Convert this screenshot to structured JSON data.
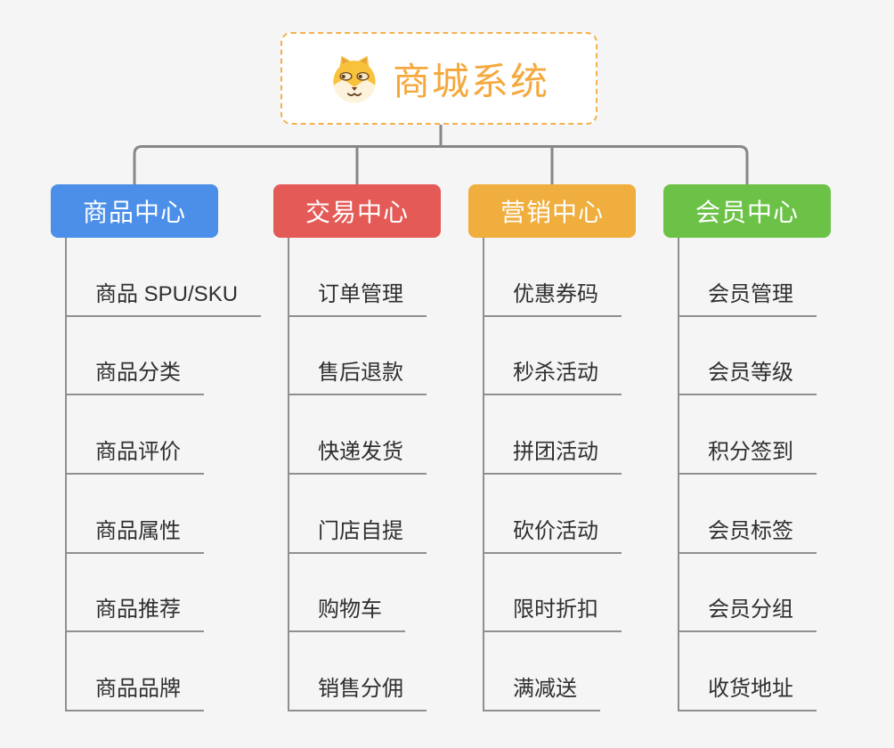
{
  "canvas": {
    "background": "#f5f5f5",
    "connector_color": "#878787",
    "underline_color": "#8f8f8f"
  },
  "root": {
    "title": "商城系统",
    "icon": "shiba-dog-icon",
    "text_color": "#f5a83c",
    "border_color": "#f3b14e"
  },
  "branches": [
    {
      "label": "商品中心",
      "color": "#4b8fe8",
      "children": [
        "商品 SPU/SKU",
        "商品分类",
        "商品评价",
        "商品属性",
        "商品推荐",
        "商品品牌"
      ]
    },
    {
      "label": "交易中心",
      "color": "#e45a56",
      "children": [
        "订单管理",
        "售后退款",
        "快递发货",
        "门店自提",
        "购物车",
        "销售分佣"
      ]
    },
    {
      "label": "营销中心",
      "color": "#efae3d",
      "children": [
        "优惠券码",
        "秒杀活动",
        "拼团活动",
        "砍价活动",
        "限时折扣",
        "满减送"
      ]
    },
    {
      "label": "会员中心",
      "color": "#6cc247",
      "children": [
        "会员管理",
        "会员等级",
        "积分签到",
        "会员标签",
        "会员分组",
        "收货地址"
      ]
    }
  ]
}
